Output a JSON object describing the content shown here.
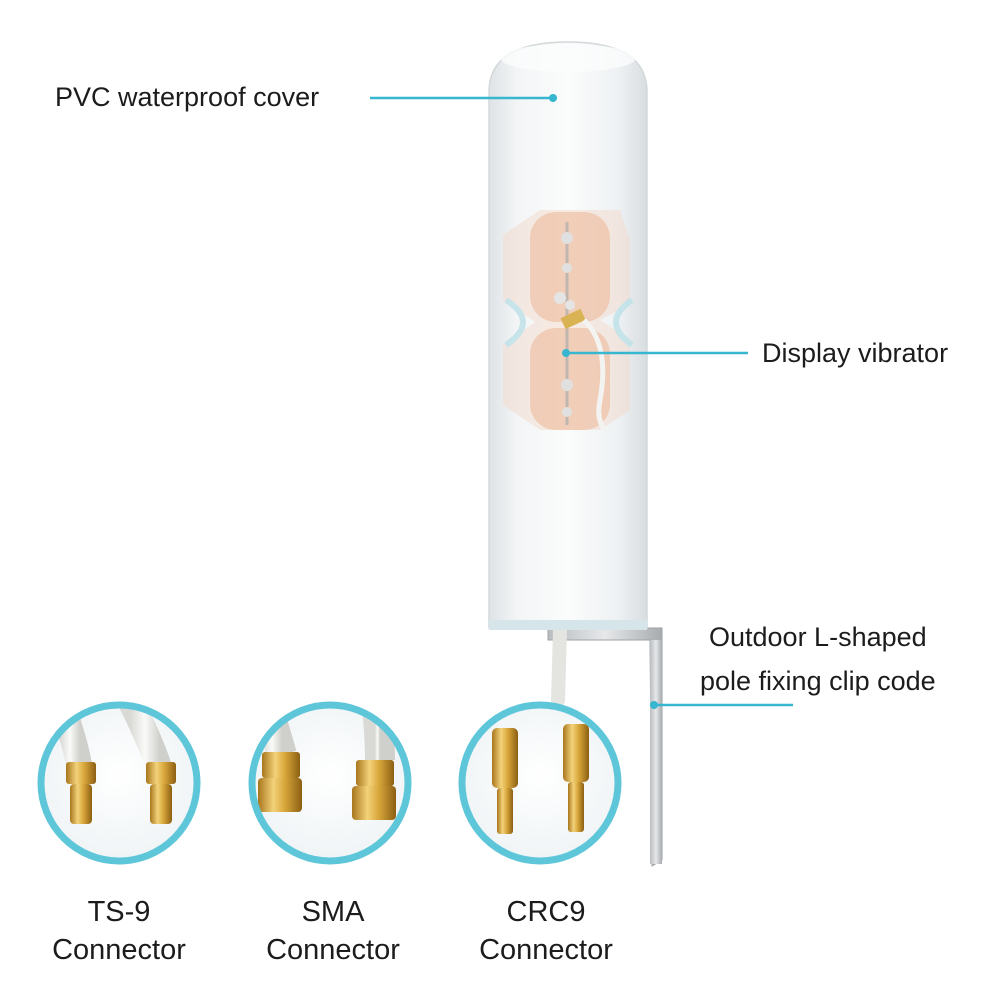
{
  "callouts": {
    "cover": "PVC waterproof cover",
    "vibrator": "Display vibrator",
    "clip_line1": "Outdoor L-shaped",
    "clip_line2": "pole fixing clip code"
  },
  "connectors": [
    {
      "name": "TS-9",
      "word": "Connector"
    },
    {
      "name": "SMA",
      "word": "Connector"
    },
    {
      "name": "CRC9",
      "word": "Connector"
    }
  ],
  "colors": {
    "accent": "#36b6cf",
    "gold": "#d4a637",
    "cover": "#eef0f2",
    "copper": "#f0c4a6",
    "ring": "#5ec6d9"
  }
}
